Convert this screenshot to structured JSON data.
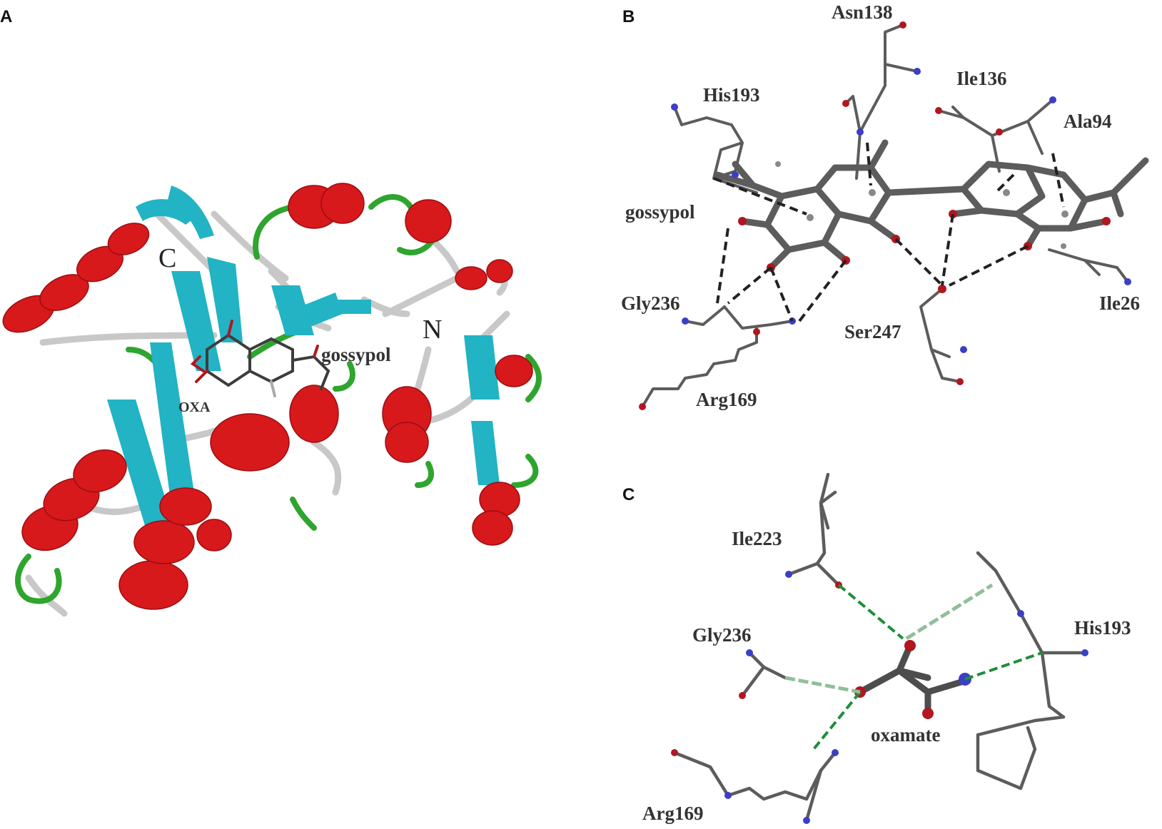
{
  "figure": {
    "panel_a": {
      "letter": "A",
      "labels": {
        "c_terminus": "C",
        "n_terminus": "N",
        "ligand": "gossypol",
        "oxamate": "OXA"
      }
    },
    "panel_b": {
      "letter": "B",
      "labels": {
        "asn138": "Asn138",
        "his193": "His193",
        "ile136": "Ile136",
        "ala94": "Ala94",
        "gossypol": "gossypol",
        "gly236": "Gly236",
        "ser247": "Ser247",
        "ile26": "Ile26",
        "arg169": "Arg169"
      }
    },
    "panel_c": {
      "letter": "C",
      "labels": {
        "ile223": "Ile223",
        "gly236": "Gly236",
        "his193": "His193",
        "oxamate": "oxamate",
        "arg169": "Arg169"
      }
    },
    "colors": {
      "helix": "#d7191c",
      "strand": "#22b3c4",
      "turn": "#2ea52e",
      "coil": "#c8c8c8",
      "carbon": "#4d4d4d",
      "oxygen": "#b0171f",
      "nitrogen": "#3b3fc4",
      "hbond_green": "#1d8f3a",
      "hbond_black": "#222222"
    }
  }
}
